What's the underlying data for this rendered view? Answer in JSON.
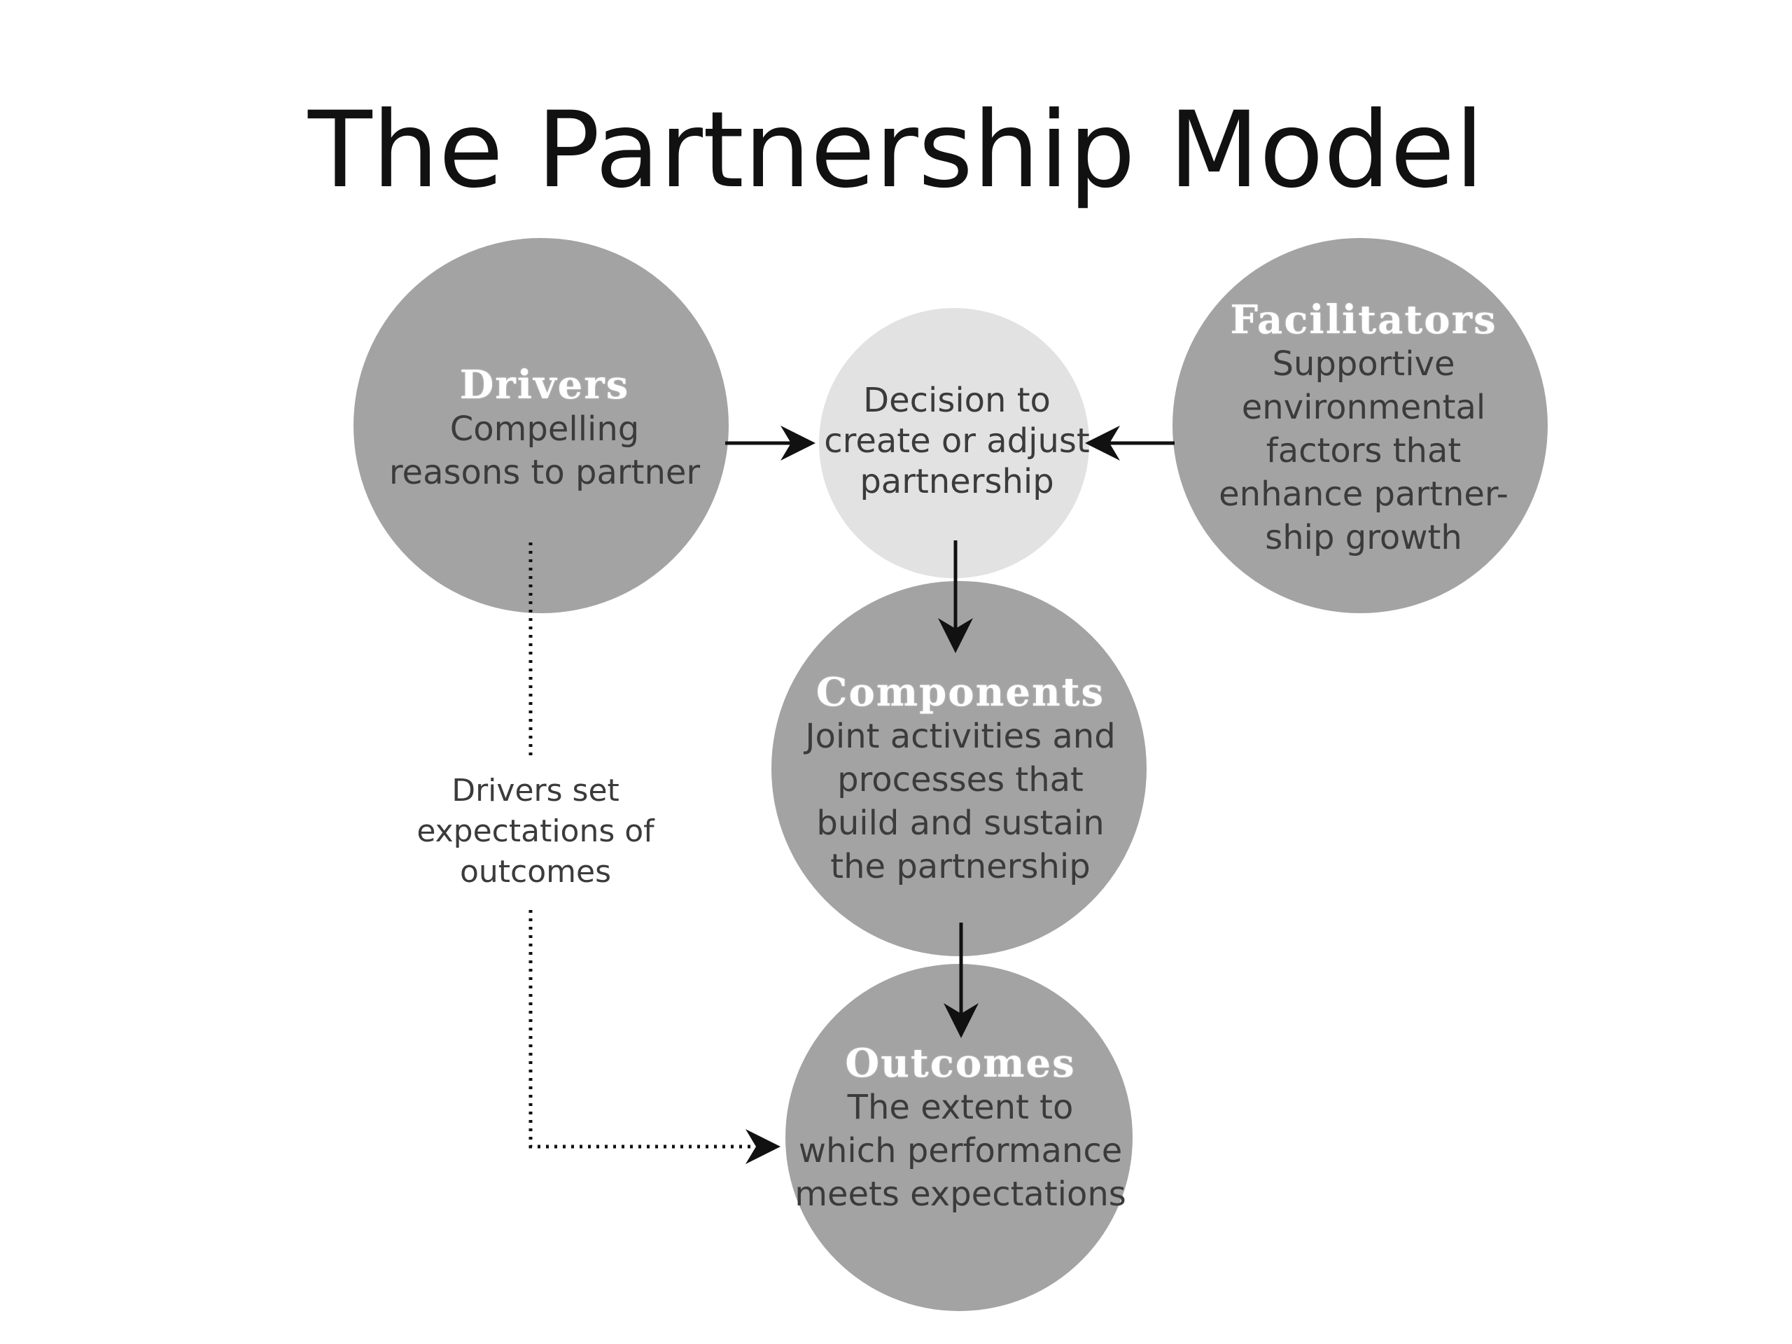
{
  "title": "The Partnership Model",
  "colors": {
    "circle_dark": "#a3a3a3",
    "circle_light": "#e2e2e2",
    "heading_text": "#ffffff",
    "body_text": "#3b3b3b",
    "arrow": "#111111"
  },
  "nodes": {
    "drivers": {
      "heading": "Drivers",
      "body": "Compelling\nreasons to partner"
    },
    "decision": {
      "body": "Decision to\ncreate or adjust\npartnership"
    },
    "facilitators": {
      "heading": "Facilitators",
      "body": "Supportive\nenvironmental\nfactors that\nenhance partner-\nship growth"
    },
    "components": {
      "heading": "Components",
      "body": "Joint activities and\nprocesses that\nbuild and sustain\nthe partnership"
    },
    "outcomes": {
      "heading": "Outcomes",
      "body": "The extent to\nwhich performance\nmeets expectations"
    }
  },
  "note": "Drivers set\nexpectations of\noutcomes"
}
